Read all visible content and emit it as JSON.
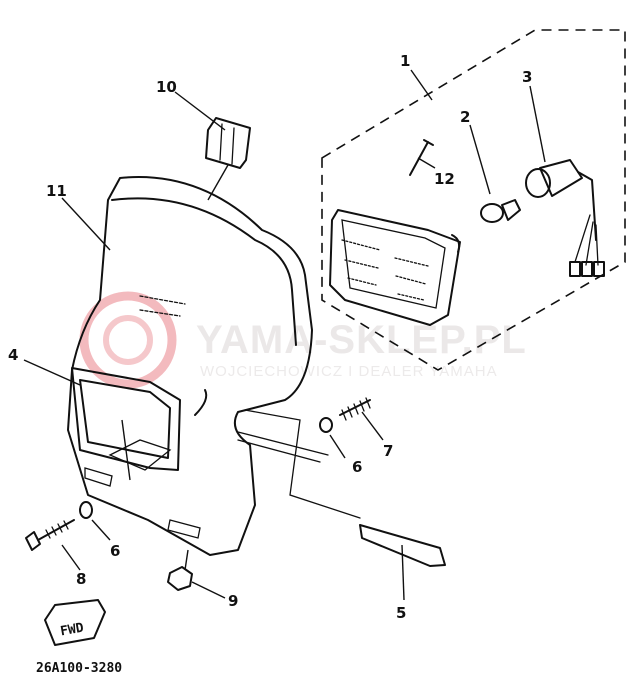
{
  "diagram_code": "26A100-3280",
  "watermark": {
    "title": "YAMA-SKLEP.PL",
    "subtitle": "WOJCIECHOWICZ I DEALER YAMAHA",
    "accent_color": "#f0a8ad"
  },
  "fwd_label": "FWD",
  "callouts": {
    "c1": "1",
    "c2": "2",
    "c3": "3",
    "c4": "4",
    "c5": "5",
    "c6a": "6",
    "c6b": "6",
    "c7": "7",
    "c8": "8",
    "c9": "9",
    "c10": "10",
    "c11": "11",
    "c12": "12"
  }
}
